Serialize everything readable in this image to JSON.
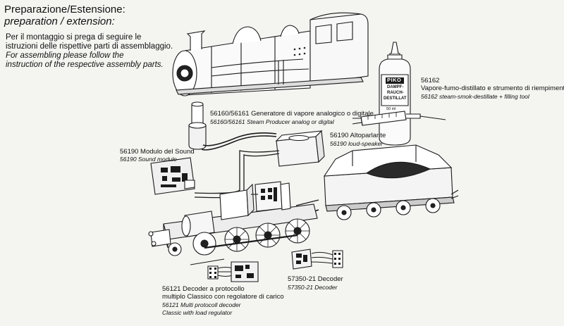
{
  "header": {
    "title_it": "Preparazione/Estensione:",
    "title_en": "preparation / extension:"
  },
  "intro": {
    "it_line1": "Per il montaggio si prega di seguire le",
    "it_line2": "istruzioni delle rispettive parti di assemblaggio.",
    "en_line1": "For assembling please follow the",
    "en_line2": "instruction of the respective assembly parts."
  },
  "bottle": {
    "brand": "PIKO",
    "label_line1": "DAMPF-",
    "label_line2": "RAUCH-",
    "label_line3": "DESTILLAT",
    "volume": "50 ml"
  },
  "parts": {
    "smoke_fluid": {
      "code": "56162",
      "it": "Vapore-fumo-distillato e strumento di riempimento",
      "en": "56162 steam-smok-destillate + filling tool"
    },
    "steam_generator": {
      "it": "56160/56161 Generatore di vapore analogico o digitale",
      "en": "56160/56161 Steam Producer analog or digital"
    },
    "speaker": {
      "it": "56190 Altoparlante",
      "en": "56190 loud-speaker"
    },
    "sound_module": {
      "it": "56190 Modulo del Sound",
      "en": "56190 Sound module"
    },
    "multi_decoder": {
      "it_line1": "56121 Decoder a protocollo",
      "it_line2": "multiplo Classico con regolatore di carico",
      "en_line1": "56121 Multi protocoll decoder",
      "en_line2": "Classic with load regulator"
    },
    "decoder": {
      "it": "57350-21 Decoder",
      "en": "57350-21 Decoder"
    }
  }
}
